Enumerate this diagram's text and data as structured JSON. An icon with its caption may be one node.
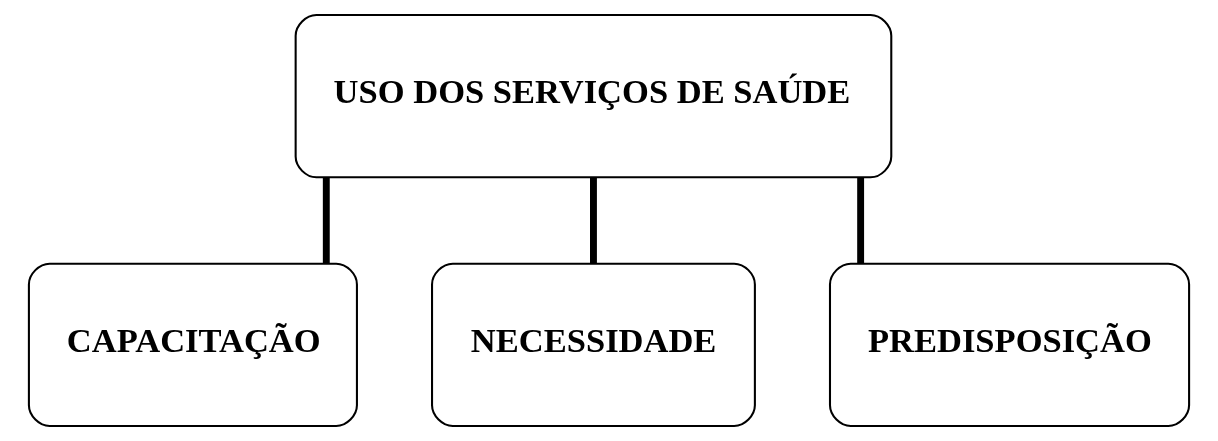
{
  "diagram": {
    "nodes": [
      {
        "text": [
          "USO DOS SERVIÇOS DE SAÚDE"
        ]
      },
      {
        "text": [
          "CAPACITAÇÃO"
        ]
      },
      {
        "text": [
          "NECESSIDADE"
        ]
      },
      {
        "text": [
          "PREDISPOSIÇÃO"
        ]
      }
    ],
    "edges": [
      {
        "from": 0,
        "to": 1,
        "arrow": "none"
      },
      {
        "from": 0,
        "to": 2,
        "arrow": "none"
      },
      {
        "from": 0,
        "to": 3,
        "arrow": "none"
      }
    ]
  }
}
